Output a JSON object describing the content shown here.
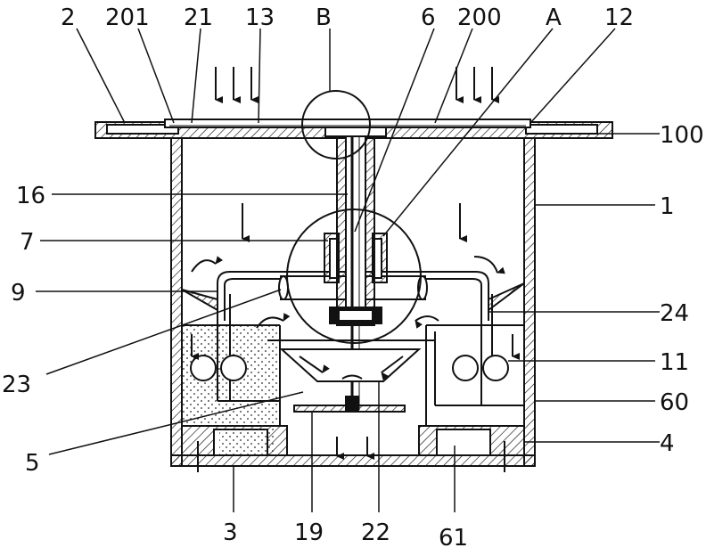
{
  "labels": {
    "l2": "2",
    "l201": "201",
    "l21": "21",
    "l13": "13",
    "lB": "B",
    "l6": "6",
    "l200": "200",
    "lA": "A",
    "l12": "12",
    "l100": "100",
    "l16": "16",
    "l1": "1",
    "l7": "7",
    "l9": "9",
    "l24": "24",
    "l23": "23",
    "l11": "11",
    "l60": "60",
    "l5": "5",
    "l4": "4",
    "l3": "3",
    "l19": "19",
    "l22": "22",
    "l61": "61"
  }
}
